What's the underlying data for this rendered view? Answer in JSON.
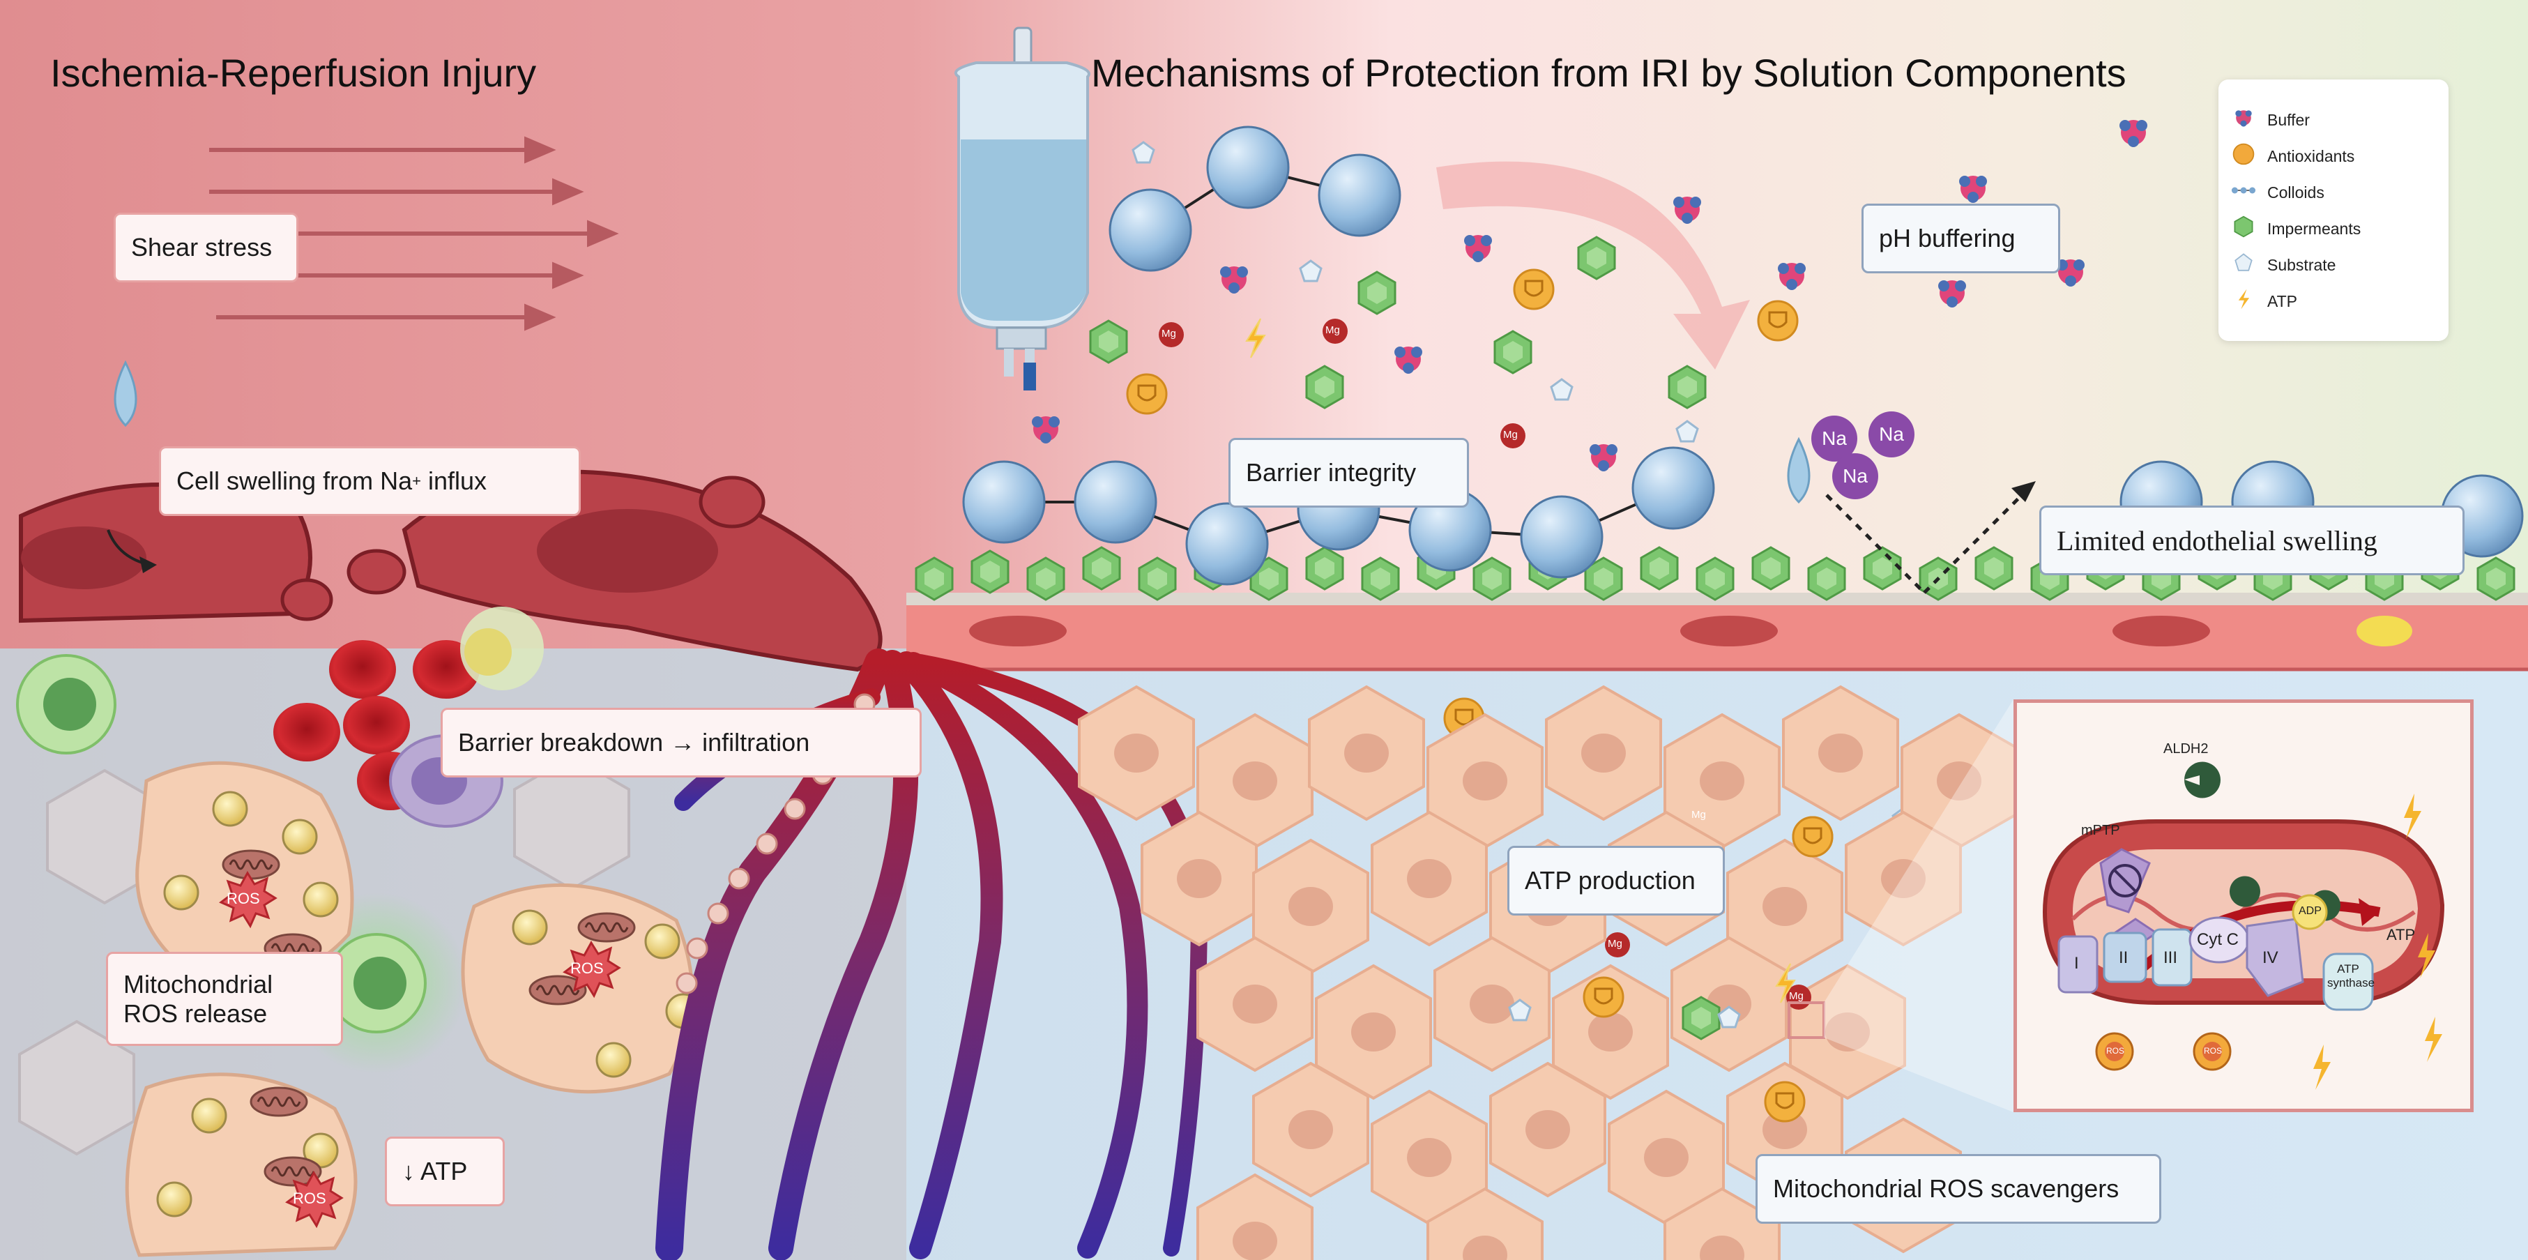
{
  "titles": {
    "left": "Ischemia-Reperfusion Injury",
    "right": "Mechanisms of Protection from IRI by Solution Components"
  },
  "labels": {
    "shear_stress": "Shear stress",
    "cell_swelling": "Cell swelling from Na",
    "cell_swelling_sup": "+",
    "cell_swelling_tail": " influx",
    "barrier_breakdown": "Barrier breakdown → infiltration",
    "mito_ros_release_1": "Mitochondrial",
    "mito_ros_release_2": "ROS release",
    "atp_down": "↓ ATP",
    "barrier_integrity": "Barrier integrity",
    "ph_buffering": "pH buffering",
    "limited_swelling": "Limited endothelial swelling",
    "atp_production": "ATP production",
    "mito_ros_scavengers": "Mitochondrial ROS scavengers"
  },
  "markers": {
    "ros": "ROS",
    "na": "Na",
    "mg": "Mg"
  },
  "legend": {
    "items": [
      {
        "label": "Buffer",
        "icon": "buffer-icon",
        "color": "#d64a7a"
      },
      {
        "label": "Antioxidants",
        "icon": "antioxidant-icon",
        "color": "#f2a93b"
      },
      {
        "label": "Colloids",
        "icon": "colloid-icon",
        "color": "#7aa6cf"
      },
      {
        "label": "Impermeants",
        "icon": "impermeant-icon",
        "color": "#7cc66f"
      },
      {
        "label": "Substrate",
        "icon": "substrate-icon",
        "color": "#cfe0ef"
      },
      {
        "label": "ATP",
        "icon": "atp-bolt-icon",
        "color": "#f5b52e"
      }
    ]
  },
  "inset": {
    "aldh2": "ALDH2",
    "mptp": "mPTP",
    "complex_1": "I",
    "complex_2": "II",
    "complex_3": "III",
    "cyt_c": "Cyt C",
    "complex_4": "IV",
    "adp": "ADP",
    "atp": "ATP",
    "atp_synthase_1": "ATP",
    "atp_synthase_2": "synthase",
    "ros": "ROS"
  },
  "colors": {
    "injury_bg": "#e89a9c",
    "protection_bg": "#fbe3e3",
    "tissue_bg": "#d5e6f3",
    "endothelium": "#e88a86",
    "rbc": "#c8202a",
    "colloid": "#8fb8da",
    "impermeant": "#78c46a"
  }
}
